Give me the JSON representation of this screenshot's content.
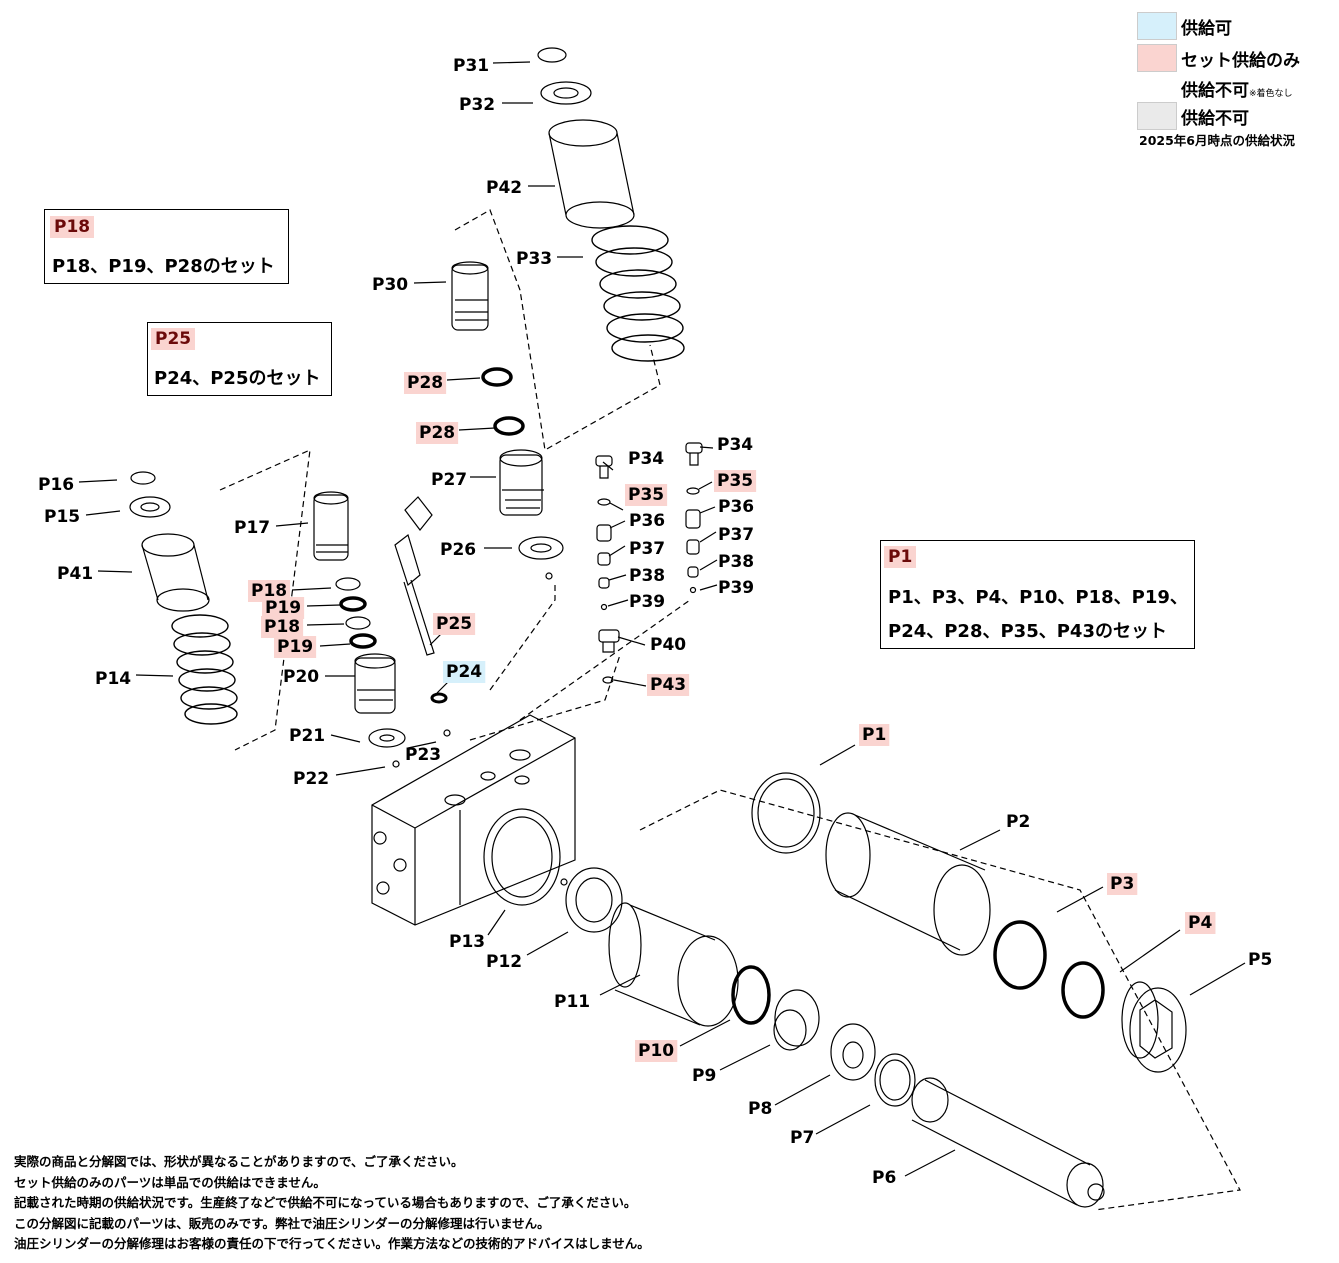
{
  "colors": {
    "available": "#d6f0fb",
    "set_only": "#fad4d0",
    "unavailable": "#eaeaea",
    "tag_text": "#6b0a0a",
    "line": "#000000"
  },
  "legend": {
    "available": "供給可",
    "set_only": "セット供給のみ",
    "unavailable_uncolored": "供給不可",
    "uncolored_note": "※着色なし",
    "unavailable": "供給不可",
    "as_of": "2025年6月時点の供給状況"
  },
  "sets": {
    "p18": {
      "tag": "P18",
      "text": "P18、P19、P28のセット"
    },
    "p25": {
      "tag": "P25",
      "text": "P24、P25のセット"
    },
    "p1": {
      "tag": "P1",
      "line1": "P1、P3、P4、P10、P18、P19、",
      "line2": "P24、P28、P35、P43のセット"
    }
  },
  "parts": [
    {
      "id": "P31",
      "status": "plain"
    },
    {
      "id": "P32",
      "status": "plain"
    },
    {
      "id": "P42",
      "status": "plain"
    },
    {
      "id": "P33",
      "status": "plain"
    },
    {
      "id": "P30",
      "status": "plain"
    },
    {
      "id": "P28a",
      "text": "P28",
      "status": "set_only"
    },
    {
      "id": "P28b",
      "text": "P28",
      "status": "set_only"
    },
    {
      "id": "P27",
      "status": "plain"
    },
    {
      "id": "P26",
      "status": "plain"
    },
    {
      "id": "P16",
      "status": "plain"
    },
    {
      "id": "P15",
      "status": "plain"
    },
    {
      "id": "P41",
      "status": "plain"
    },
    {
      "id": "P17",
      "status": "plain"
    },
    {
      "id": "P18a",
      "text": "P18",
      "status": "set_only"
    },
    {
      "id": "P19a",
      "text": "P19",
      "status": "set_only"
    },
    {
      "id": "P18b",
      "text": "P18",
      "status": "set_only"
    },
    {
      "id": "P19b",
      "text": "P19",
      "status": "set_only"
    },
    {
      "id": "P14",
      "status": "plain"
    },
    {
      "id": "P20",
      "status": "plain"
    },
    {
      "id": "P25",
      "status": "set_only"
    },
    {
      "id": "P24",
      "status": "available"
    },
    {
      "id": "P21",
      "status": "plain"
    },
    {
      "id": "P22",
      "status": "plain"
    },
    {
      "id": "P23",
      "status": "plain"
    },
    {
      "id": "P34a",
      "text": "P34",
      "status": "plain"
    },
    {
      "id": "P35a",
      "text": "P35",
      "status": "set_only"
    },
    {
      "id": "P36a",
      "text": "P36",
      "status": "plain"
    },
    {
      "id": "P37a",
      "text": "P37",
      "status": "plain"
    },
    {
      "id": "P38a",
      "text": "P38",
      "status": "plain"
    },
    {
      "id": "P39a",
      "text": "P39",
      "status": "plain"
    },
    {
      "id": "P34b",
      "text": "P34",
      "status": "plain"
    },
    {
      "id": "P35b",
      "text": "P35",
      "status": "set_only"
    },
    {
      "id": "P36b",
      "text": "P36",
      "status": "plain"
    },
    {
      "id": "P37b",
      "text": "P37",
      "status": "plain"
    },
    {
      "id": "P38b",
      "text": "P38",
      "status": "plain"
    },
    {
      "id": "P39b",
      "text": "P39",
      "status": "plain"
    },
    {
      "id": "P40",
      "status": "plain"
    },
    {
      "id": "P43",
      "status": "set_only"
    },
    {
      "id": "P1",
      "status": "set_only"
    },
    {
      "id": "P2",
      "status": "plain"
    },
    {
      "id": "P3",
      "status": "set_only"
    },
    {
      "id": "P4",
      "status": "set_only"
    },
    {
      "id": "P5",
      "status": "plain"
    },
    {
      "id": "P13",
      "status": "plain"
    },
    {
      "id": "P12",
      "status": "plain"
    },
    {
      "id": "P11",
      "status": "plain"
    },
    {
      "id": "P10",
      "status": "set_only"
    },
    {
      "id": "P9",
      "status": "plain"
    },
    {
      "id": "P8",
      "status": "plain"
    },
    {
      "id": "P7",
      "status": "plain"
    },
    {
      "id": "P6",
      "status": "plain"
    }
  ],
  "notes": [
    "実際の商品と分解図では、形状が異なることがありますので、ご了承ください。",
    "セット供給のみのパーツは単品での供給はできません。",
    "記載された時期の供給状況です。生産終了などで供給不可になっている場合もありますので、ご了承ください。",
    "この分解図に記載のパーツは、販売のみです。弊社で油圧シリンダーの分解修理は行いません。",
    "油圧シリンダーの分解修理はお客様の責任の下で行ってください。作業方法などの技術的アドバイスはしません。"
  ]
}
